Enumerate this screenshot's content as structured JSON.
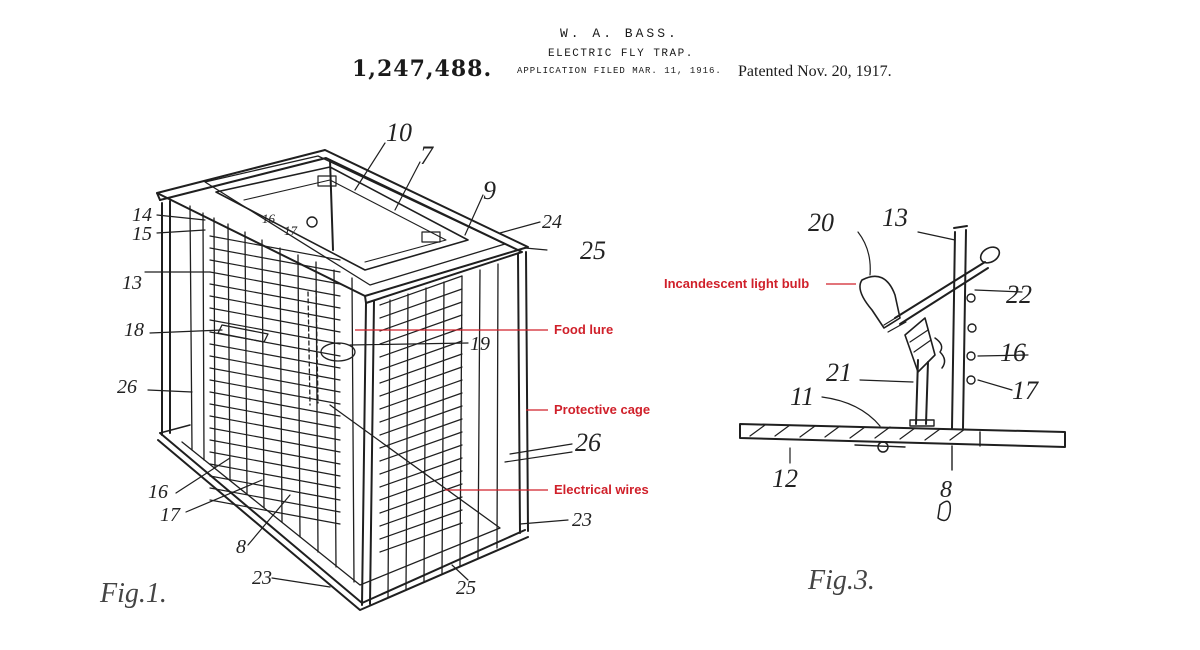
{
  "header": {
    "inventor": "W. A. BASS.",
    "title": "ELECTRIC FLY TRAP.",
    "filed": "APPLICATION FILED MAR. 11, 1916.",
    "patent_number": "1,247,488.",
    "patented": "Patented Nov. 20, 1917."
  },
  "figures": {
    "fig1": {
      "label": "Fig.1.",
      "refs": [
        "10",
        "7",
        "9",
        "14",
        "15",
        "16",
        "17",
        "24",
        "25",
        "13",
        "18",
        "19",
        "26",
        "26",
        "16",
        "17",
        "8",
        "23",
        "23",
        "25"
      ]
    },
    "fig3": {
      "label": "Fig.3.",
      "refs": [
        "20",
        "13",
        "22",
        "16",
        "21",
        "17",
        "11",
        "12",
        "8"
      ]
    }
  },
  "callouts": {
    "food_lure": "Food lure",
    "protective_cage": "Protective cage",
    "electrical_wires": "Electrical wires",
    "light_bulb": "Incandescent light bulb"
  },
  "colors": {
    "ink": "#1f1f1f",
    "annotation": "#d0202a",
    "background": "#ffffff"
  }
}
